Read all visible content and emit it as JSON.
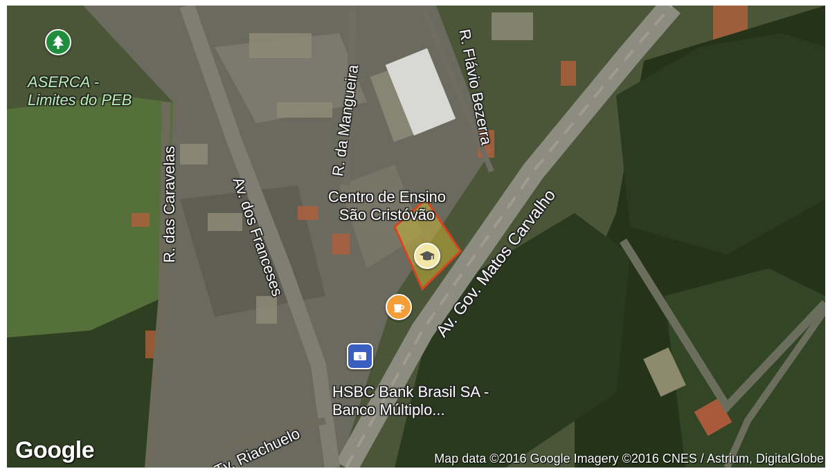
{
  "streets": {
    "caravelas": "R. das Caravelas",
    "franceses": "Av. dos Franceses",
    "mangueira": "R. da Mangueira",
    "flavio": "R. Flávio Bezerra",
    "matos": "Av. Gov. Matos Carvalho",
    "riachuelo": "Tv. Riachuelo"
  },
  "places": {
    "aserca_line1": "ASERCA -",
    "aserca_line2": "Limites do PEB",
    "school_line1": "Centro de Ensino",
    "school_line2": "São Cristóvão",
    "bank_line1": "HSBC Bank Brasil SA -",
    "bank_line2": "Banco Múltiplo..."
  },
  "icons": {
    "park": "tree-icon",
    "school": "graduation-cap-icon",
    "cafe": "coffee-cup-icon",
    "bank": "bank-icon"
  },
  "colors": {
    "park_pin": "#1e8e3e",
    "school_area": "#c9b33a",
    "school_border": "#d9431e",
    "cafe_pin": "#f29d38",
    "bank_pin": "#3b5fbf"
  },
  "logo": "Google",
  "attribution": "Map data ©2016 Google  Imagery ©2016 CNES / Astrium, DigitalGlobe"
}
